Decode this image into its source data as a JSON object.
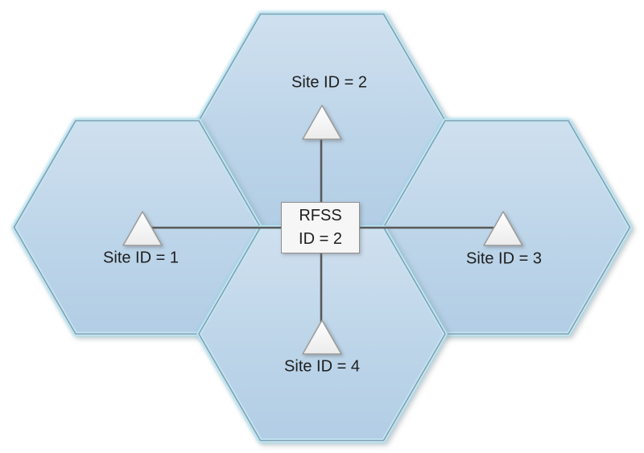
{
  "diagram": {
    "type": "cellular-network-topology",
    "rfss_box": {
      "line1": "RFSS",
      "line2": "ID = 2"
    },
    "sites": [
      {
        "label": "Site ID = 1",
        "position": "left"
      },
      {
        "label": "Site ID = 2",
        "position": "top"
      },
      {
        "label": "Site ID = 3",
        "position": "right"
      },
      {
        "label": "Site ID = 4",
        "position": "bottom"
      }
    ],
    "colors": {
      "background": "#ffffff",
      "hex_fill_top": "#cfe0ef",
      "hex_fill_bottom": "#b2cde5",
      "hex_border": "#84a0b3",
      "hex_glow": "#c2e6f2",
      "connector_line": "#595959",
      "node_fill": "#f6f6f6",
      "node_border": "#8f8f8f",
      "antenna_fill": "#ffffff",
      "text": "#1e1e1e"
    }
  }
}
